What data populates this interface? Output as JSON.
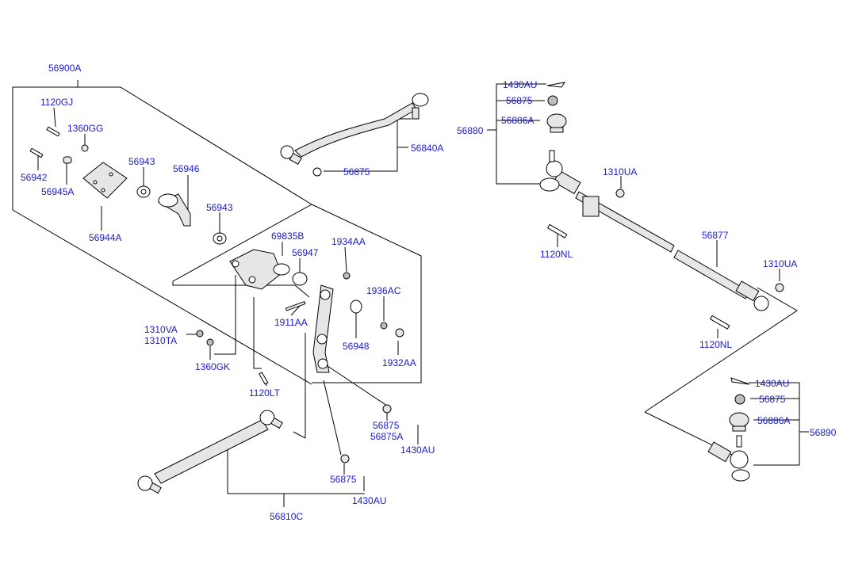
{
  "labels": {
    "l_56900A": "56900A",
    "l_1120GJ": "1120GJ",
    "l_1360GG": "1360GG",
    "l_56942": "56942",
    "l_56945A": "56945A",
    "l_56944A": "56944A",
    "l_56943_a": "56943",
    "l_56946": "56946",
    "l_56943_b": "56943",
    "l_56840A": "56840A",
    "l_56875_a": "56875",
    "l_69835B": "69835B",
    "l_1934AA": "1934AA",
    "l_56947": "56947",
    "l_1936AC": "1936AC",
    "l_1911AA": "1911AA",
    "l_56948": "56948",
    "l_1932AA": "1932AA",
    "l_1310VA": "1310VA",
    "l_1310TA": "1310TA",
    "l_1360GK": "1360GK",
    "l_1120LT": "1120LT",
    "l_56875_b": "56875",
    "l_56875A": "56875A",
    "l_1430AU_a": "1430AU",
    "l_56875_c": "56875",
    "l_1430AU_b": "1430AU",
    "l_56810C": "56810C",
    "l_1430AU_c": "1430AU",
    "l_56875_d": "56875",
    "l_56880": "56880",
    "l_56886A_a": "56886A",
    "l_1310UA_a": "1310UA",
    "l_1120NL_a": "1120NL",
    "l_56877": "56877",
    "l_1310UA_b": "1310UA",
    "l_1120NL_b": "1120NL",
    "l_1430AU_d": "1430AU",
    "l_56875_e": "56875",
    "l_56886A_b": "56886A",
    "l_56890": "56890"
  }
}
